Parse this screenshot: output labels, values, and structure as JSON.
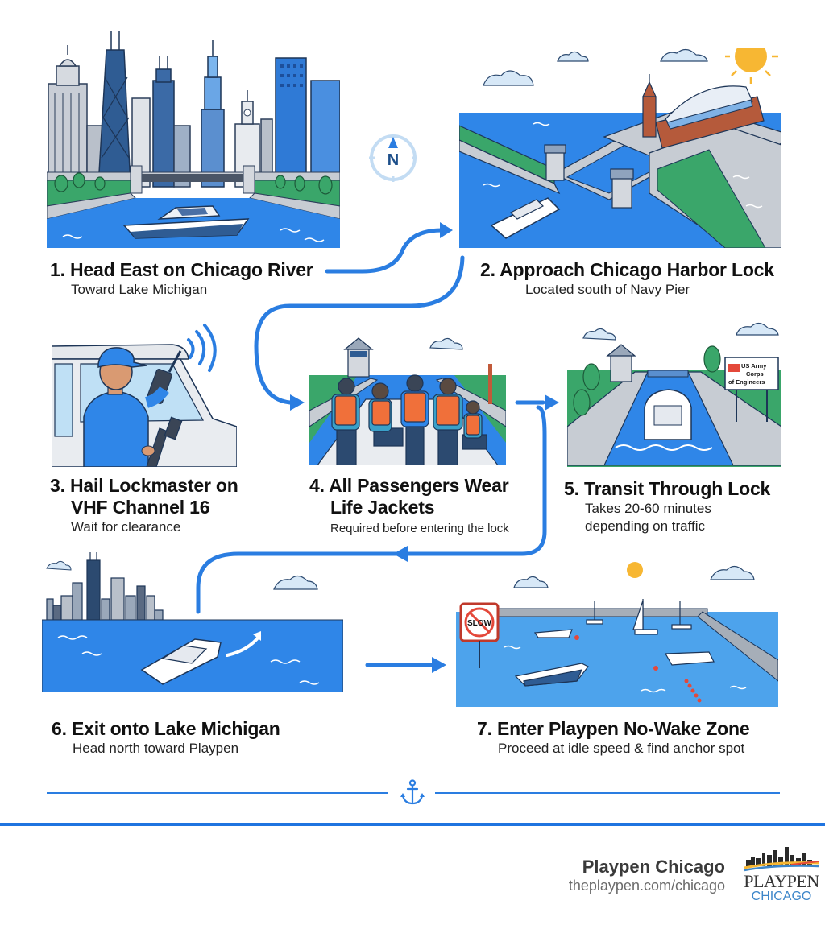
{
  "colors": {
    "accent": "#1f74e0",
    "water": "#2f86e8",
    "grass": "#3aa66a",
    "text": "#111111",
    "subtext": "#222222",
    "brand_gray": "#3a3a3a",
    "url_gray": "#6b6b6b",
    "logo_blue": "#3d86c9"
  },
  "compass": {
    "label": "N",
    "icon": "compass-icon"
  },
  "steps": [
    {
      "number": "1.",
      "title": "Head East on Chicago River",
      "subtitle": "Toward Lake Michigan",
      "image": "chicago-river-skyline-boat"
    },
    {
      "number": "2.",
      "title": "Approach Chicago Harbor Lock",
      "subtitle": "Located south of Navy Pier",
      "image": "navy-pier-harbor-lock"
    },
    {
      "number": "3.",
      "title_line1": "Hail Lockmaster on",
      "title_line2": "VHF Channel 16",
      "subtitle": "Wait for clearance",
      "image": "captain-with-vhf-radio"
    },
    {
      "number": "4.",
      "title_line1": "All Passengers Wear",
      "title_line2": "Life Jackets",
      "subtitle": "Required before entering the lock",
      "image": "passengers-in-life-jackets"
    },
    {
      "number": "5.",
      "title": "Transit Through Lock",
      "subtitle_line1": "Takes 20-60 minutes",
      "subtitle_line2": "depending on traffic",
      "image": "boat-in-lock-chamber",
      "sign_text": [
        "US Army",
        "Corps",
        "of Engineers"
      ]
    },
    {
      "number": "6.",
      "title": "Exit onto Lake Michigan",
      "subtitle": "Head north toward Playpen",
      "image": "boat-on-lake-michigan"
    },
    {
      "number": "7.",
      "title": "Enter Playpen No-Wake Zone",
      "subtitle": "Proceed at idle speed & find anchor spot",
      "image": "playpen-anchorage",
      "sign_text": "SLOW"
    }
  ],
  "divider": {
    "icon": "anchor-icon"
  },
  "footer": {
    "brand_name": "Playpen Chicago",
    "url": "theplaypen.com/chicago",
    "logo_top": "PLAYPEN",
    "logo_bottom": "CHICAGO"
  }
}
